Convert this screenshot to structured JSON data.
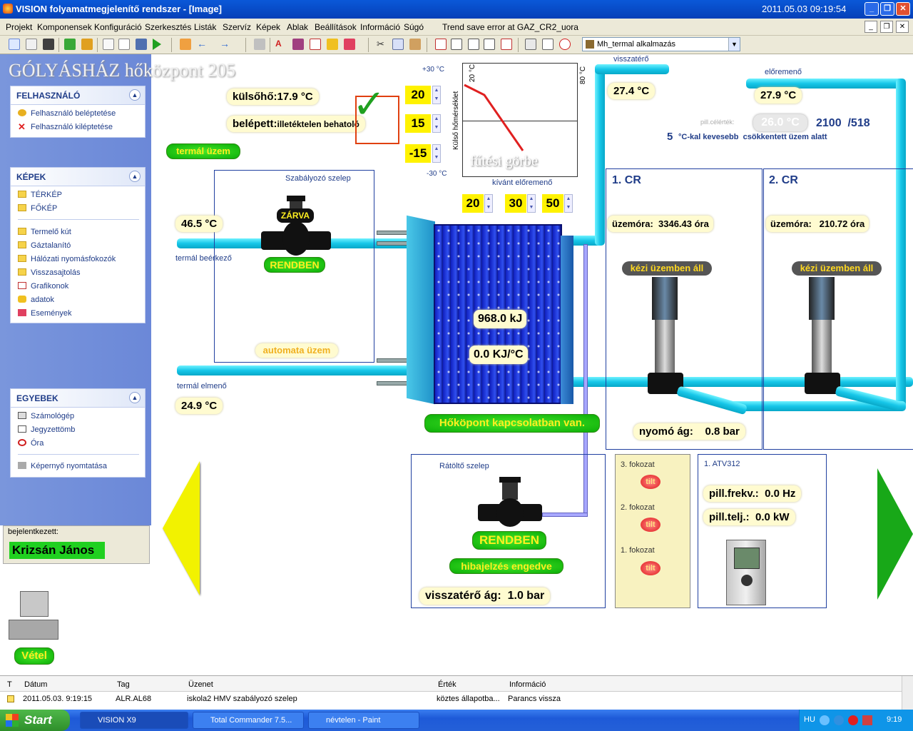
{
  "window": {
    "title": "VISION folyamatmegjelenítő rendszer - [Image]",
    "datetime": "2011.05.03 09:19:54"
  },
  "menu": {
    "items": [
      "Projekt",
      "Komponensek",
      "Konfiguráció",
      "Szerkesztés",
      "Listák",
      "Szervíz",
      "Képek",
      "Ablak",
      "Beállítások",
      "Információ",
      "Súgó"
    ],
    "status": "Trend save error at GAZ_CR2_uora"
  },
  "toolbar": {
    "app_select": "Mh_termal alkalmazás"
  },
  "sidebar": {
    "user": {
      "title": "FELHASZNÁLÓ",
      "items": [
        "Felhasználó beléptetése",
        "Felhasználó kiléptetése"
      ]
    },
    "pictures": {
      "title": "KÉPEK",
      "items": [
        "TÉRKÉP",
        "FŐKÉP",
        "Termelő kút",
        "Gáztalanító",
        "Hálózati nyomásfokozók",
        "Visszasajtolás",
        "Grafikonok",
        "adatok",
        "Események"
      ]
    },
    "other": {
      "title": "EGYEBEK",
      "items": [
        "Számológép",
        "Jegyzettömb",
        "Óra",
        "Képernyő nyomtatása"
      ]
    },
    "logged_label": "bejelentkezett:",
    "logged_user": "Krizsán János",
    "reception": "Vétel"
  },
  "scada": {
    "title": "GÓLYÁSHÁZ hőközpont 205",
    "outside_temp": "külsőhő:17.9 °C",
    "entered_label": "belépett:",
    "entered_value": "illetéktelen behatoló",
    "mode_thermal": "termál üzem",
    "mode_auto": "automata üzem",
    "curve": {
      "plus30": "+30 °C",
      "minus30": "-30 °C",
      "y20": "20 °C",
      "y80": "80 °C",
      "ylabel": "Külső hőmérséklet",
      "title": "fűtési görbe",
      "desired_label": "kívánt előremenő"
    },
    "setpoints": [
      "20",
      "15",
      "-15"
    ],
    "desired": [
      "20",
      "30",
      "50"
    ],
    "valve_label": "Szabályozó szelep",
    "valve_state": "ZÁRVA",
    "valve_status": "RENDBEN",
    "thermal_in": "termál beérkező",
    "thermal_in_temp": "46.5 °C",
    "thermal_out": "termál elmenő",
    "thermal_out_temp": "24.9 °C",
    "energy": "968.0 kJ",
    "energy_rate": "0.0 KJ/°C",
    "connection": "Hőköpont kapcsolatban van.",
    "return_label": "visszatérő",
    "return_temp": "27.4 °C",
    "flow_label": "előremenő",
    "flow_temp": "27.9 °C",
    "current_label": "pill.célérték:",
    "current_value": "26.0 °C",
    "counts": "2100  /518",
    "reduction_num": "5",
    "reduction_text": "°C-kal kevesebb  csökkentett üzem alatt",
    "cr1": {
      "title": "1. CR",
      "hours": "üzemóra:  3346.43 óra",
      "state": "kézi üzemben áll"
    },
    "cr2": {
      "title": "2. CR",
      "hours": "üzemóra:   210.72 óra",
      "state": "kézi üzemben áll"
    },
    "pressure_out": "nyomó ág:    0.8 bar",
    "refill_label": "Rátöltő szelep",
    "refill_status": "RENDBEN",
    "alarm_enabled": "hibajelzés engedve",
    "pressure_return": "visszatérő ág:  1.0 bar",
    "stages": [
      "3. fokozat",
      "2. fokozat",
      "1. fokozat"
    ],
    "tilt": "tilt",
    "atv": {
      "title": "1. ATV312",
      "freq": "pill.frekv.:  0.0 Hz",
      "power": "pill.telj.:  0.0 kW"
    }
  },
  "log": {
    "headers": [
      "T",
      "Dátum",
      "Tag",
      "Üzenet",
      "Érték",
      "Információ"
    ],
    "row": [
      "",
      "2011.05.03. 9:19:15",
      "ALR.AL68",
      "iskola2 HMV szabályozó szelep",
      "köztes állapotba...",
      "Parancs vissza"
    ]
  },
  "taskbar": {
    "start": "Start",
    "tasks": [
      "VISION X9",
      "Total Commander 7.5...",
      "névtelen - Paint"
    ],
    "lang": "HU",
    "time": "9:19"
  },
  "colors": {
    "pipe": "#16c6e8",
    "green": "#18c810",
    "yellow": "#fff200",
    "navy": "#1f3c88"
  }
}
